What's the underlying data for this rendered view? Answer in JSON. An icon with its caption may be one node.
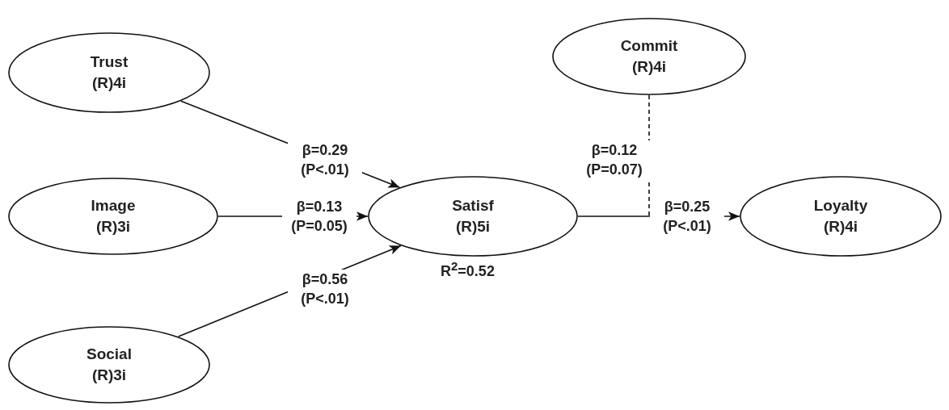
{
  "diagram": {
    "nodes": [
      {
        "text": [
          "Trust",
          "(R)4i"
        ]
      },
      {
        "text": [
          "Image",
          "(R)3i"
        ]
      },
      {
        "text": [
          "Social",
          "(R)3i"
        ]
      },
      {
        "text": [
          "Satisf",
          "(R)5i"
        ],
        "beside": [
          "R$^{2}$=0.52"
        ]
      },
      {
        "text": [
          "Commit",
          "(R)4i"
        ]
      },
      {
        "text": [
          "Loyalty",
          "(R)4i"
        ]
      }
    ],
    "edges": [
      {
        "from": 0,
        "to": 3,
        "arrow": "to",
        "label": "β=0.29 (P<.01)"
      },
      {
        "from": 1,
        "to": 3,
        "arrow": "to",
        "label": "β=0.13 (P=0.05)"
      },
      {
        "from": 2,
        "to": 3,
        "arrow": "to",
        "label": "β=0.56 (P<.01)"
      },
      {
        "from": 4,
        "to": null,
        "arrow": "none",
        "style": "dashed",
        "label": "β=0.12 (P=0.07)"
      },
      {
        "from": 3,
        "to": 5,
        "arrow": "to",
        "label": "β=0.25 (P<.01)"
      }
    ]
  }
}
